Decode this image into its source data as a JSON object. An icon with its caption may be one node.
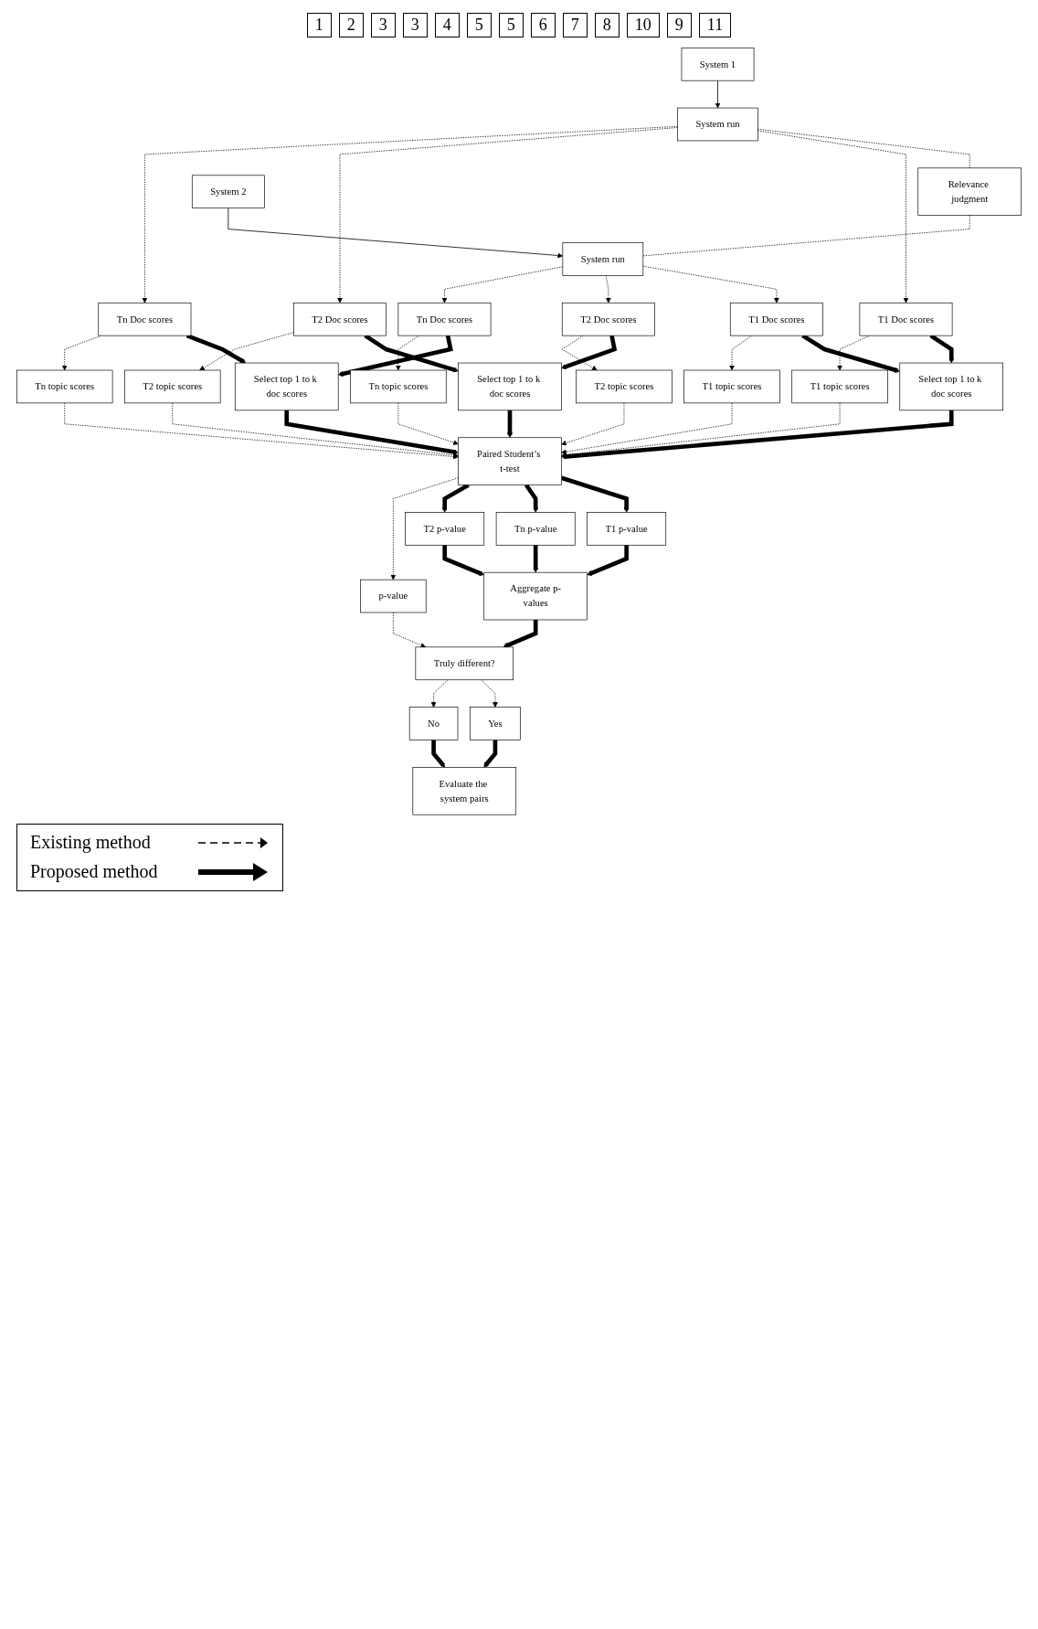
{
  "diagram": {
    "nodes": [
      {
        "text": [
          "System 1"
        ]
      },
      {
        "text": [
          "System run"
        ]
      },
      {
        "text": [
          "Relevance judgment"
        ]
      },
      {
        "text": [
          "System 2"
        ]
      },
      {
        "text": [
          "System run"
        ]
      },
      {
        "text": [
          "T1 Doc scores"
        ]
      },
      {
        "text": [
          "T2 Doc scores"
        ]
      },
      {
        "text": [
          "Tn Doc scores"
        ]
      },
      {
        "text": [
          "T1 Doc scores"
        ]
      },
      {
        "text": [
          "T2 Doc scores"
        ]
      },
      {
        "text": [
          "Tn Doc scores"
        ]
      },
      {
        "text": [
          "Select top 1 to k doc scores"
        ]
      },
      {
        "text": [
          "Select top 1 to k doc scores"
        ]
      },
      {
        "text": [
          "Select top 1 to k doc scores"
        ]
      },
      {
        "text": [
          "T1 topic scores"
        ]
      },
      {
        "text": [
          "T2 topic scores"
        ]
      },
      {
        "text": [
          "Tn topic scores"
        ]
      },
      {
        "text": [
          "T1 topic scores"
        ]
      },
      {
        "text": [
          "T2 topic scores"
        ]
      },
      {
        "text": [
          "Tn topic scores"
        ]
      },
      {
        "text": [
          "Paired Student’s t-test"
        ]
      },
      {
        "text": [
          "T1 p-value"
        ]
      },
      {
        "text": [
          "Tn p-value"
        ]
      },
      {
        "text": [
          "T2 p-value"
        ]
      },
      {
        "text": [
          "p-value"
        ]
      },
      {
        "text": [
          "Aggregate p-values"
        ]
      },
      {
        "text": [
          "Truly different?"
        ]
      },
      {
        "text": [
          "Yes"
        ]
      },
      {
        "text": [
          "No"
        ]
      },
      {
        "text": [
          "Evaluate the system pairs"
        ]
      }
    ],
    "edges": [
      {
        "from": 0,
        "to": 1,
        "arrow": "to"
      },
      {
        "from": 1,
        "to": 2,
        "arrow": "none",
        "style": "dashed"
      },
      {
        "from": 2,
        "to": 4,
        "arrow": "none",
        "style": "dashed"
      },
      {
        "from": 3,
        "to": 4,
        "arrow": "to"
      },
      {
        "from": 1,
        "to": 5,
        "arrow": "to",
        "style": "dashed"
      },
      {
        "from": 1,
        "to": 6,
        "arrow": "to",
        "style": "dashed"
      },
      {
        "from": 1,
        "to": 7,
        "arrow": "to",
        "style": "dashed"
      },
      {
        "from": 4,
        "to": 8,
        "arrow": "to",
        "style": "dashed"
      },
      {
        "from": 4,
        "to": 9,
        "arrow": "to",
        "style": "dashed"
      },
      {
        "from": 4,
        "to": 10,
        "arrow": "to",
        "style": "dashed"
      },
      {
        "from": 5,
        "to": 11,
        "arrow": "to",
        "style": "thick"
      },
      {
        "from": 6,
        "to": 12,
        "arrow": "to",
        "style": "thick"
      },
      {
        "from": 7,
        "to": 13,
        "arrow": "to",
        "style": "thick"
      },
      {
        "from": 8,
        "to": 11,
        "arrow": "to",
        "style": "thick"
      },
      {
        "from": 9,
        "to": 12,
        "arrow": "to",
        "style": "thick"
      },
      {
        "from": 10,
        "to": 13,
        "arrow": "to",
        "style": "thick"
      },
      {
        "from": 5,
        "to": 14,
        "arrow": "to",
        "style": "dashed"
      },
      {
        "from": 6,
        "to": 15,
        "arrow": "to",
        "style": "dashed"
      },
      {
        "from": 7,
        "to": 16,
        "arrow": "to",
        "style": "dashed"
      },
      {
        "from": 8,
        "to": 17,
        "arrow": "to",
        "style": "dashed"
      },
      {
        "from": 9,
        "to": 18,
        "arrow": "to",
        "style": "dashed"
      },
      {
        "from": 10,
        "to": 19,
        "arrow": "to",
        "style": "dashed"
      },
      {
        "from": 11,
        "to": 20,
        "arrow": "to",
        "style": "thick"
      },
      {
        "from": 12,
        "to": 20,
        "arrow": "to",
        "style": "thick"
      },
      {
        "from": 13,
        "to": 20,
        "arrow": "to",
        "style": "thick"
      },
      {
        "from": 14,
        "to": 20,
        "arrow": "to",
        "style": "dashed"
      },
      {
        "from": 15,
        "to": 20,
        "arrow": "to",
        "style": "dashed"
      },
      {
        "from": 16,
        "to": 20,
        "arrow": "to",
        "style": "dashed"
      },
      {
        "from": 17,
        "to": 20,
        "arrow": "to",
        "style": "dashed"
      },
      {
        "from": 18,
        "to": 20,
        "arrow": "to",
        "style": "dashed"
      },
      {
        "from": 19,
        "to": 20,
        "arrow": "to",
        "style": "dashed"
      },
      {
        "from": 20,
        "to": 21,
        "arrow": "to",
        "style": "thick"
      },
      {
        "from": 20,
        "to": 22,
        "arrow": "to",
        "style": "thick"
      },
      {
        "from": 20,
        "to": 23,
        "arrow": "to",
        "style": "thick"
      },
      {
        "from": 20,
        "to": 24,
        "arrow": "to",
        "style": "dashed"
      },
      {
        "from": 21,
        "to": 25,
        "arrow": "to",
        "style": "thick"
      },
      {
        "from": 23,
        "to": 25,
        "arrow": "to",
        "style": "thick"
      },
      {
        "from": 22,
        "to": 25,
        "arrow": "to",
        "style": "thick"
      },
      {
        "from": 24,
        "to": 26,
        "arrow": "to",
        "style": "dashed"
      },
      {
        "from": 25,
        "to": 26,
        "arrow": "to",
        "style": "thick"
      },
      {
        "from": 26,
        "to": 27,
        "arrow": "to",
        "style": "dashed"
      },
      {
        "from": 26,
        "to": 28,
        "arrow": "to",
        "style": "dashed"
      },
      {
        "from": 27,
        "to": 29,
        "arrow": "to",
        "style": "thick"
      },
      {
        "from": 28,
        "to": 29,
        "arrow": "to",
        "style": "thick"
      }
    ],
    "labels": [
      "1",
      "2",
      "3",
      "3",
      "4",
      "5",
      "5",
      "6",
      "7",
      "8",
      "10",
      "9",
      "11"
    ],
    "legend": [
      {
        "text": "Existing method"
      },
      {
        "text": "Proposed method"
      }
    ]
  }
}
